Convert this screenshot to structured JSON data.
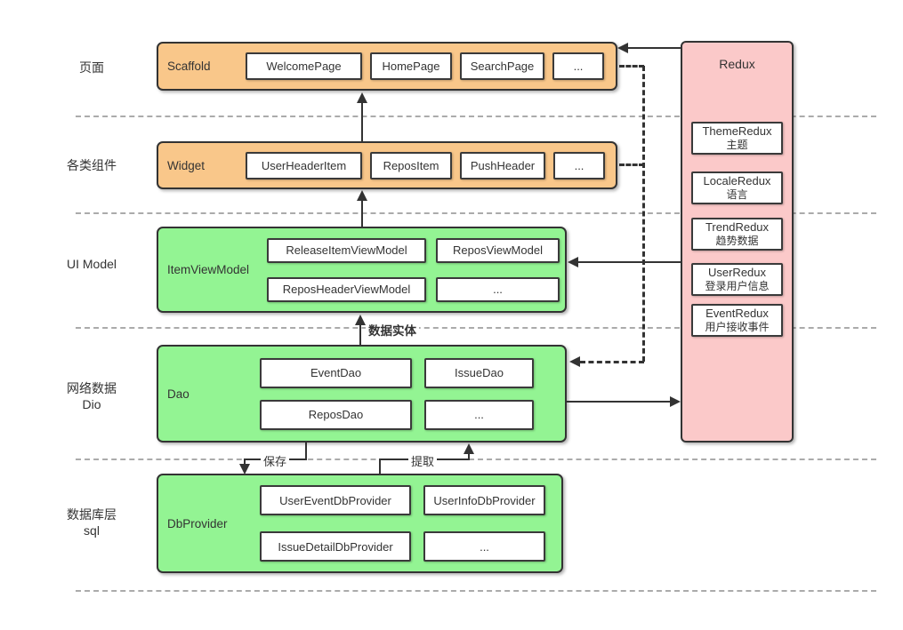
{
  "layers": [
    {
      "label": "页面",
      "container": "Scaffold",
      "items": [
        "WelcomePage",
        "HomePage",
        "SearchPage",
        "..."
      ]
    },
    {
      "label": "各类组件",
      "container": "Widget",
      "items": [
        "UserHeaderItem",
        "ReposItem",
        "PushHeader",
        "..."
      ]
    },
    {
      "label": "UI Model",
      "container": "ItemViewModel",
      "items": [
        "ReleaseItemViewModel",
        "ReposViewModel",
        "ReposHeaderViewModel",
        "..."
      ]
    },
    {
      "label": "网络数据\nDio",
      "container": "Dao",
      "items": [
        "EventDao",
        "IssueDao",
        "ReposDao",
        "..."
      ]
    },
    {
      "label": "数据库层\nsql",
      "container": "DbProvider",
      "items": [
        "UserEventDbProvider",
        "UserInfoDbProvider",
        "IssueDetailDbProvider",
        "..."
      ]
    }
  ],
  "redux": {
    "title": "Redux",
    "items": [
      {
        "name": "ThemeRedux",
        "desc": "主题"
      },
      {
        "name": "LocaleRedux",
        "desc": "语言"
      },
      {
        "name": "TrendRedux",
        "desc": "趋势数据"
      },
      {
        "name": "UserRedux",
        "desc": "登录用户信息"
      },
      {
        "name": "EventRedux",
        "desc": "用户接收事件"
      }
    ]
  },
  "edge_labels": {
    "data_entity": "数据实体",
    "save": "保存",
    "extract": "提取"
  },
  "colors": {
    "page_fill": "#f9c78a",
    "model_fill": "#93f493",
    "redux_fill": "#fbc9c9",
    "border": "#333333"
  }
}
